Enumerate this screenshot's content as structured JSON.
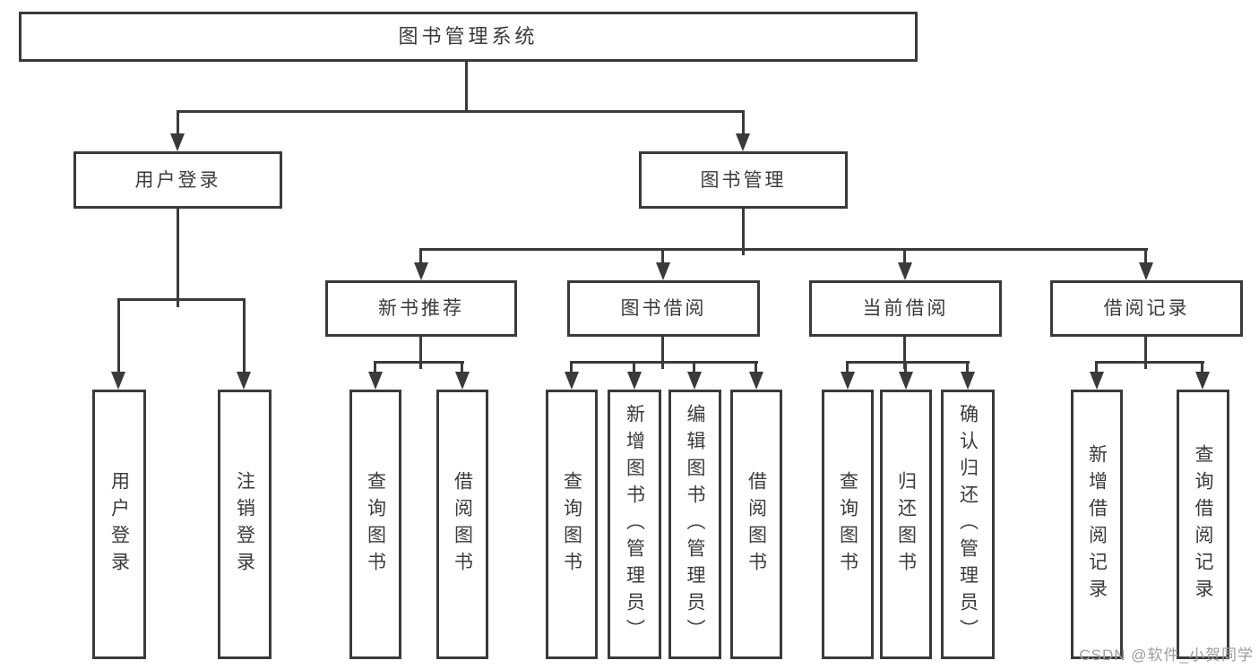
{
  "colors": {
    "line": "#3a3a3a",
    "text": "#3b3b3b",
    "watermark": "#9c9c9c",
    "background": "#ffffff"
  },
  "diagram": {
    "nodes": {
      "root": "图书管理系统",
      "user_login": "用户登录",
      "book_mgmt": "图书管理",
      "new_book": "新书推荐",
      "book_borrow": "图书借阅",
      "current_borrow": "当前借阅",
      "borrow_record": "借阅记录",
      "leaf_user_login": "用户登录",
      "leaf_logout": "注销登录",
      "leaf_nb_query": "查询图书",
      "leaf_nb_borrow": "借阅图书",
      "leaf_bb_query": "查询图书",
      "leaf_bb_add": "新增图书（管理员）",
      "leaf_bb_edit": "编辑图书（管理员）",
      "leaf_bb_borrow": "借阅图书",
      "leaf_cb_query": "查询图书",
      "leaf_cb_return": "归还图书",
      "leaf_cb_confirm": "确认归还（管理员）",
      "leaf_br_add": "新增借阅记录",
      "leaf_br_query": "查询借阅记录"
    }
  },
  "watermark": {
    "text": "CSDN @软件_小贺同学"
  }
}
